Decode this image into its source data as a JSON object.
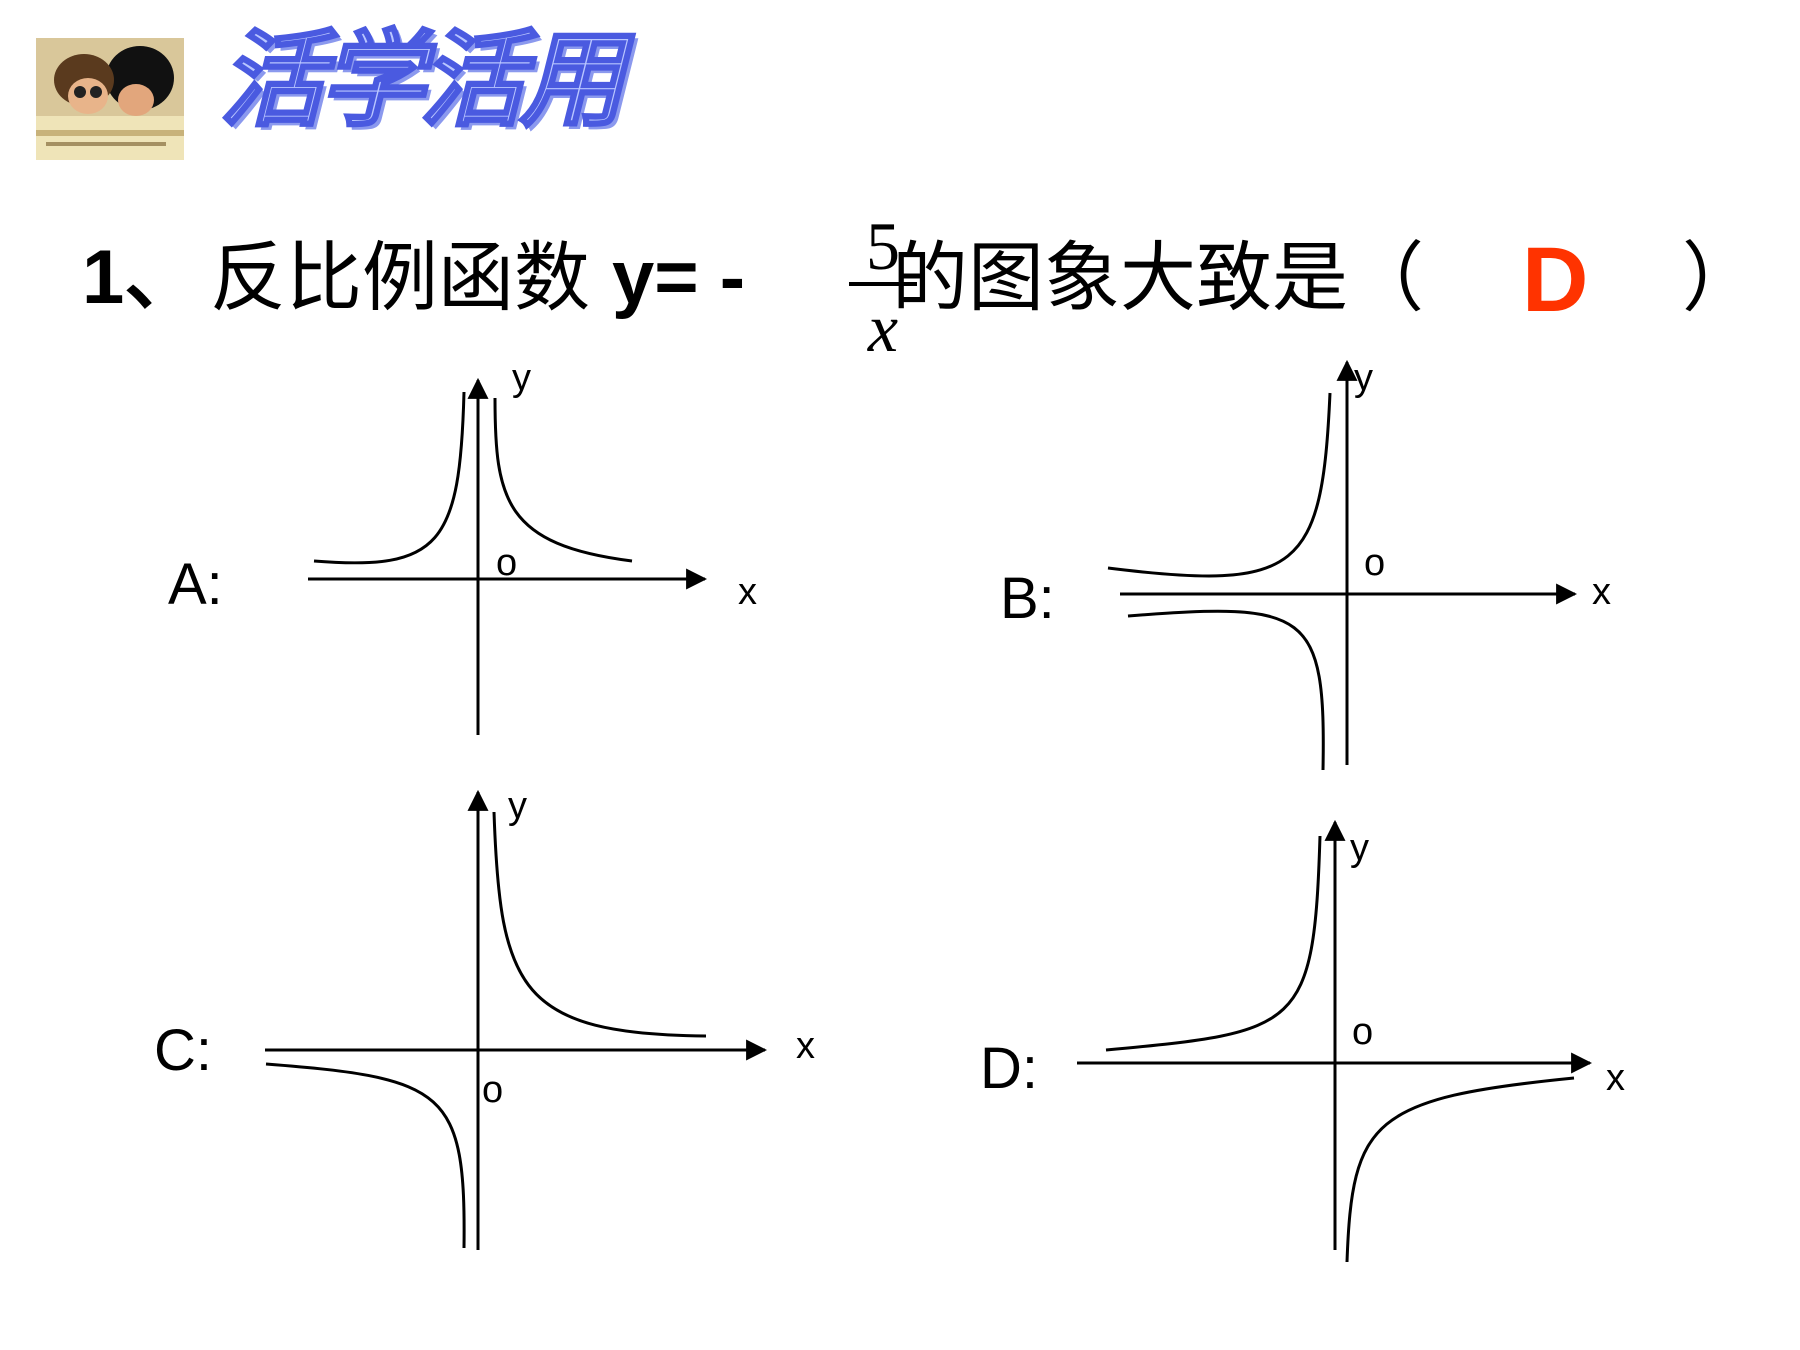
{
  "header": {
    "title": "活学活用"
  },
  "question": {
    "prefix": "1、",
    "text_before": "反比例函数",
    "formula_start": "y= -",
    "fraction": {
      "numerator": "5",
      "denominator": "x"
    },
    "text_after": "的图象大致是（",
    "answer": "D",
    "close_paren": "）"
  },
  "options": [
    {
      "label": "A:",
      "x_label": "x",
      "y_label": "y",
      "origin_label": "o",
      "quadrants": "I and II"
    },
    {
      "label": "B:",
      "x_label": "x",
      "y_label": "y",
      "origin_label": "o",
      "quadrants": "II and III"
    },
    {
      "label": "C:",
      "x_label": "x",
      "y_label": "y",
      "origin_label": "o",
      "quadrants": "I and III"
    },
    {
      "label": "D:",
      "x_label": "x",
      "y_label": "y",
      "origin_label": "o",
      "quadrants": "II and IV"
    }
  ],
  "colors": {
    "answer": "#ff3300",
    "title_fill": "#b9c6ff",
    "title_stroke": "#4a5ae0"
  }
}
